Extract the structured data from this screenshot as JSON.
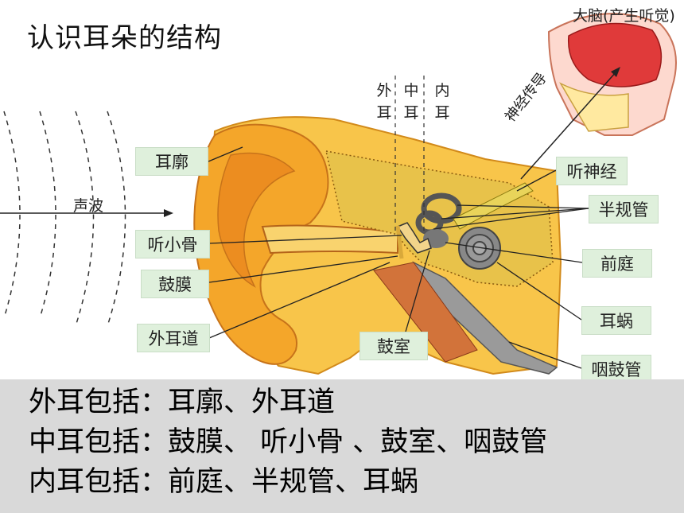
{
  "title": "认识耳朵的结构",
  "brain": "大脑(产生听觉)",
  "nerve_path": "神经传导",
  "sound_wave": "声波",
  "regions": {
    "outer": "外耳",
    "middle": "中耳",
    "inner": "内耳"
  },
  "labels": {
    "pinna": "耳廓",
    "ossicles": "听小骨",
    "eardrum": "鼓膜",
    "ear_canal": "外耳道",
    "tympanic_cavity": "鼓室",
    "auditory_nerve": "听神经",
    "semicircular_canals": "半规管",
    "vestibule": "前庭",
    "cochlea": "耳蜗",
    "eustachian_tube": "咽鼓管"
  },
  "summary": [
    {
      "head": "外耳包括：",
      "body": "耳廓、外耳道"
    },
    {
      "head": "中耳包括：",
      "body": "鼓膜、 听小骨 、鼓室、咽鼓管"
    },
    {
      "head": "内耳包括：",
      "body": "前庭、半规管、耳蜗"
    }
  ],
  "colors": {
    "label_bg": "#dff0dc",
    "ear_skin": "#f6b531",
    "bone": "#e8c24a",
    "brain": "#e03a3a",
    "bottom_bg": "#d9d9d9"
  }
}
